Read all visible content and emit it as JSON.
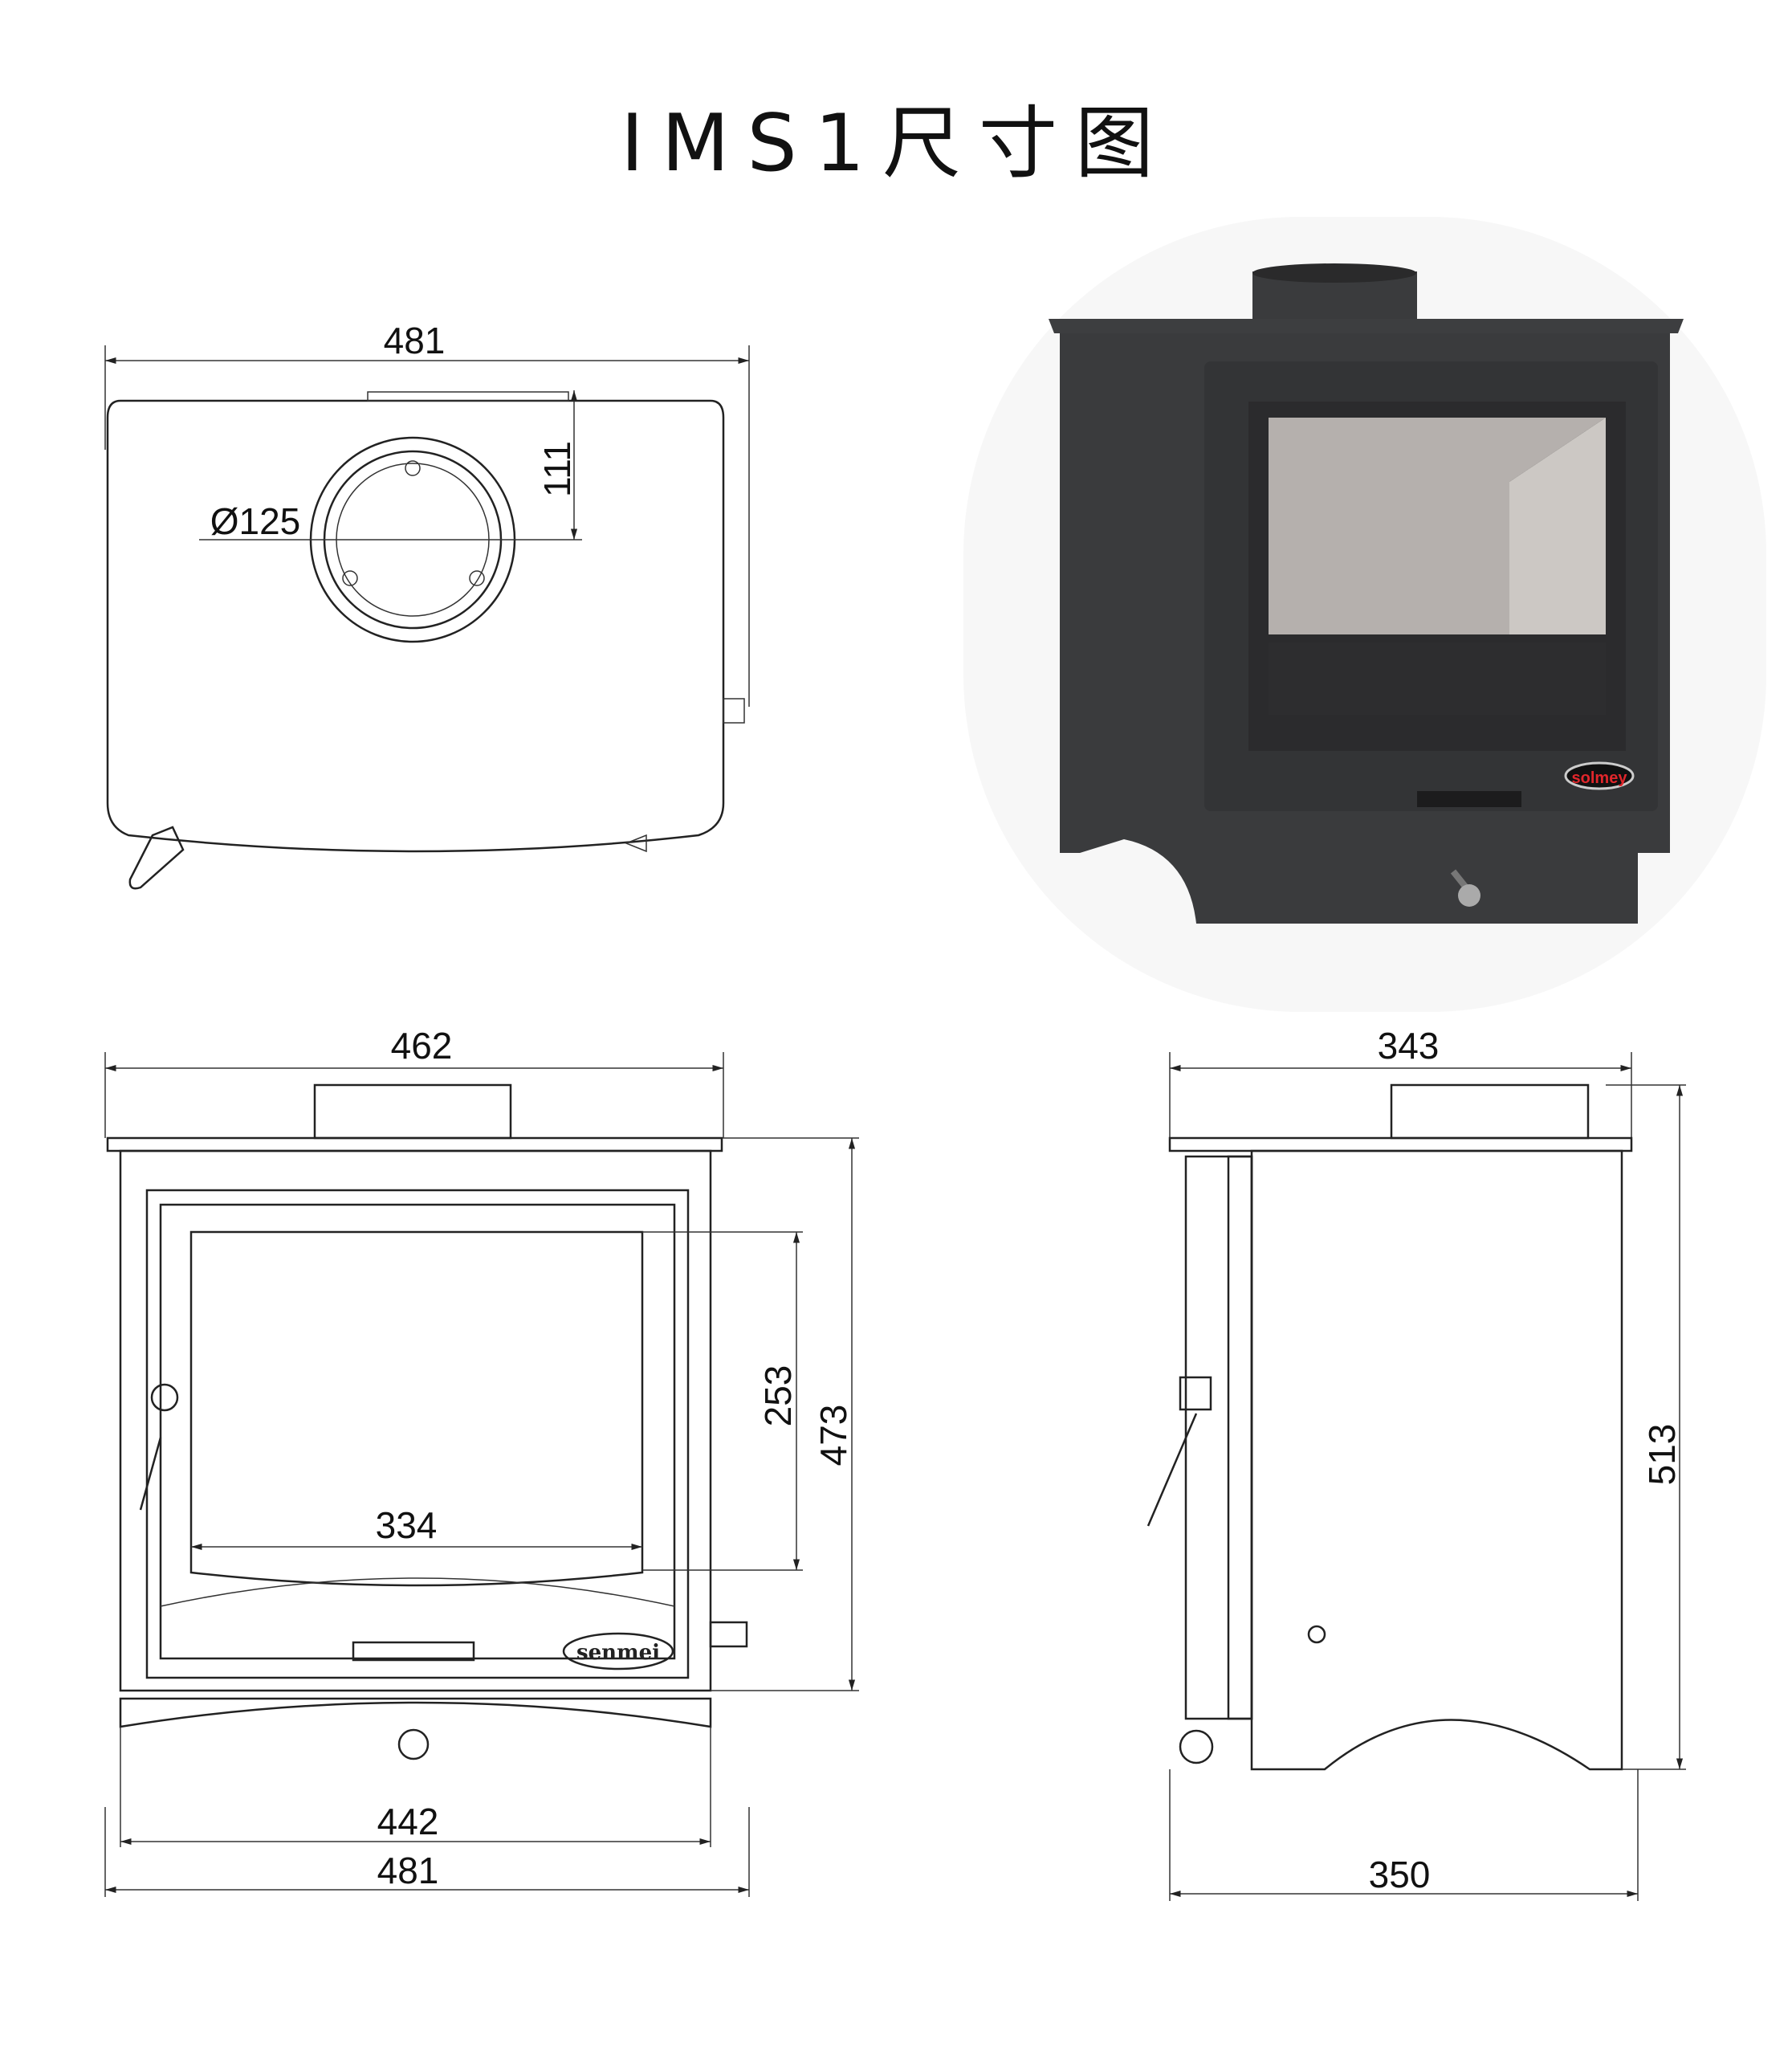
{
  "title": "IMS1尺寸图",
  "top_view": {
    "width": "481",
    "flue_offset": "111",
    "flue_diameter": "Ø125"
  },
  "photo": {
    "brand": "solmey"
  },
  "front_view": {
    "top_width": "462",
    "height": "473",
    "glass_height": "253",
    "glass_width": "334",
    "base_width": "442",
    "overall_width": "481",
    "brand": "senmei"
  },
  "side_view": {
    "top_depth": "343",
    "height": "513",
    "base_depth": "350"
  },
  "colors": {
    "line": "#222222",
    "stove_body": "#3a3b3d",
    "photo_bg": "#f6f6f6",
    "brand_red": "#e0262b"
  }
}
